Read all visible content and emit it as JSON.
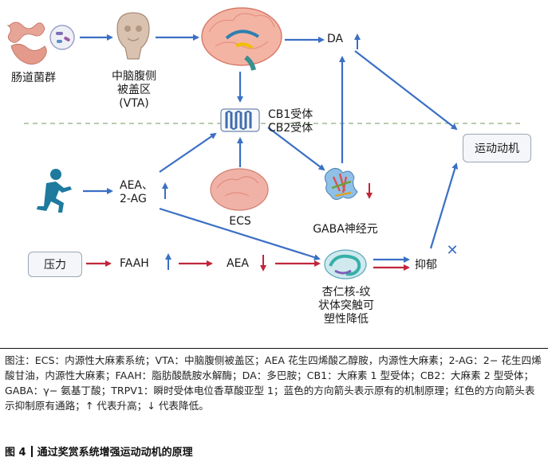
{
  "diagram": {
    "nodes": {
      "gut": "肠道菌群",
      "vta": [
        "中脑腹侧",
        "被盖区",
        "(VTA)"
      ],
      "da": "DA",
      "cb": [
        "CB1受体",
        "CB2受体"
      ],
      "motivation": "运动动机",
      "aea2ag": [
        "AEA、",
        "2-AG"
      ],
      "ecs": "ECS",
      "gaba": "GABA神经元",
      "stress": "压力",
      "faah": "FAAH",
      "aea": "AEA",
      "depression": "抑郁",
      "amygdala": [
        "杏仁核-纹",
        "状体突触可",
        "塑性降低"
      ]
    },
    "symbols": {
      "up": "↑",
      "down": "↓",
      "block": "✕"
    },
    "colors": {
      "promote": "#3a6fc4",
      "inhibit": "#c0263a",
      "dashed_line": "#8fae7a"
    },
    "icons": [
      "intestine-icon",
      "bacteria-icon",
      "brainstem-icon",
      "brain-icon",
      "receptor-icon",
      "runner-icon",
      "ecs-brain-icon",
      "gaba-protein-icon",
      "amygdala-icon"
    ]
  },
  "caption": {
    "notes": "图注：ECS：内源性大麻素系统；VTA：中脑腹侧被盖区；AEA 花生四烯酸乙醇胺，内源性大麻素；2-AG：2− 花生四烯酸甘油，内源性大麻素；FAAH：脂肪酸酰胺水解酶；DA：多巴胺；CB1：大麻素 1 型受体；CB2：大麻素 2 型受体；GABA：γ− 氨基丁酸；TRPV1：瞬时受体电位香草酸亚型 1；蓝色的方向箭头表示原有的机制原理；红色的方向箭头表示抑制原有通路；↑ 代表升高；↓ 代表降低。",
    "figure_label": "图 4",
    "figure_title": "通过奖赏系统增强运动动机的原理"
  }
}
